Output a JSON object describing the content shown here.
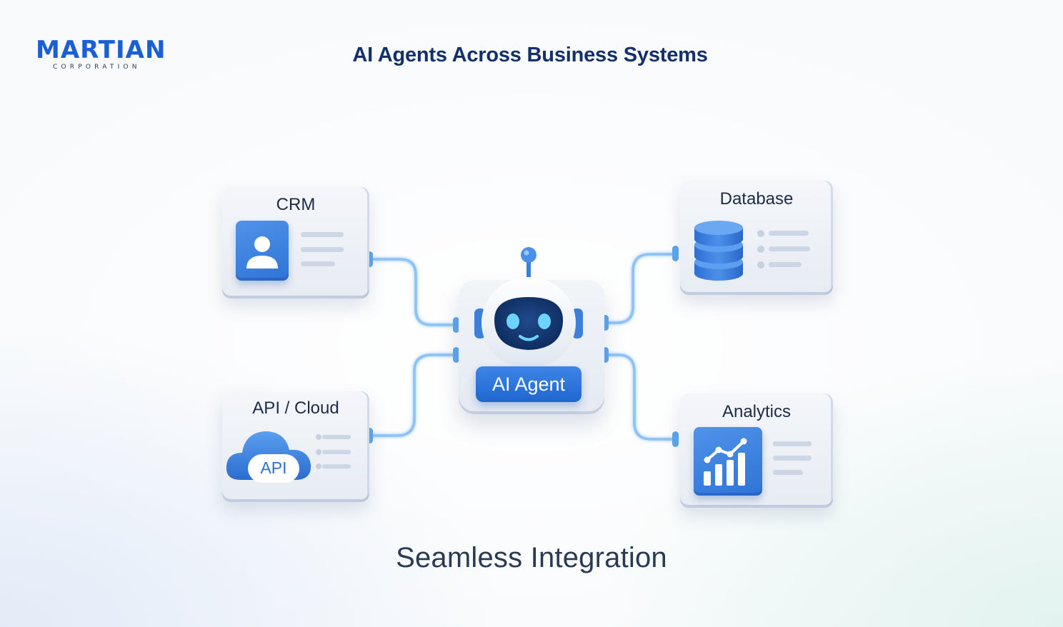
{
  "logo": {
    "word": "MARTIAN",
    "sub": "CORPORATION"
  },
  "header": {
    "title": "AI Agents Across Business Systems"
  },
  "agent": {
    "label": "AI Agent"
  },
  "systems": {
    "crm": {
      "title": "CRM"
    },
    "database": {
      "title": "Database"
    },
    "api_cloud": {
      "title": "API / Cloud",
      "badge": "API"
    },
    "analytics": {
      "title": "Analytics"
    }
  },
  "footer": {
    "tagline": "Seamless Integration"
  },
  "colors": {
    "brand_blue": "#1b5fd6",
    "tile_blue": "#2f73d6",
    "connector_blue": "#7cb8f2",
    "title_navy": "#13306b",
    "text_dark": "#1d2b45",
    "card_bg": "#eef1f6"
  },
  "icons": [
    "user-icon",
    "database-icon",
    "cloud-icon",
    "chart-icon",
    "robot-icon"
  ]
}
